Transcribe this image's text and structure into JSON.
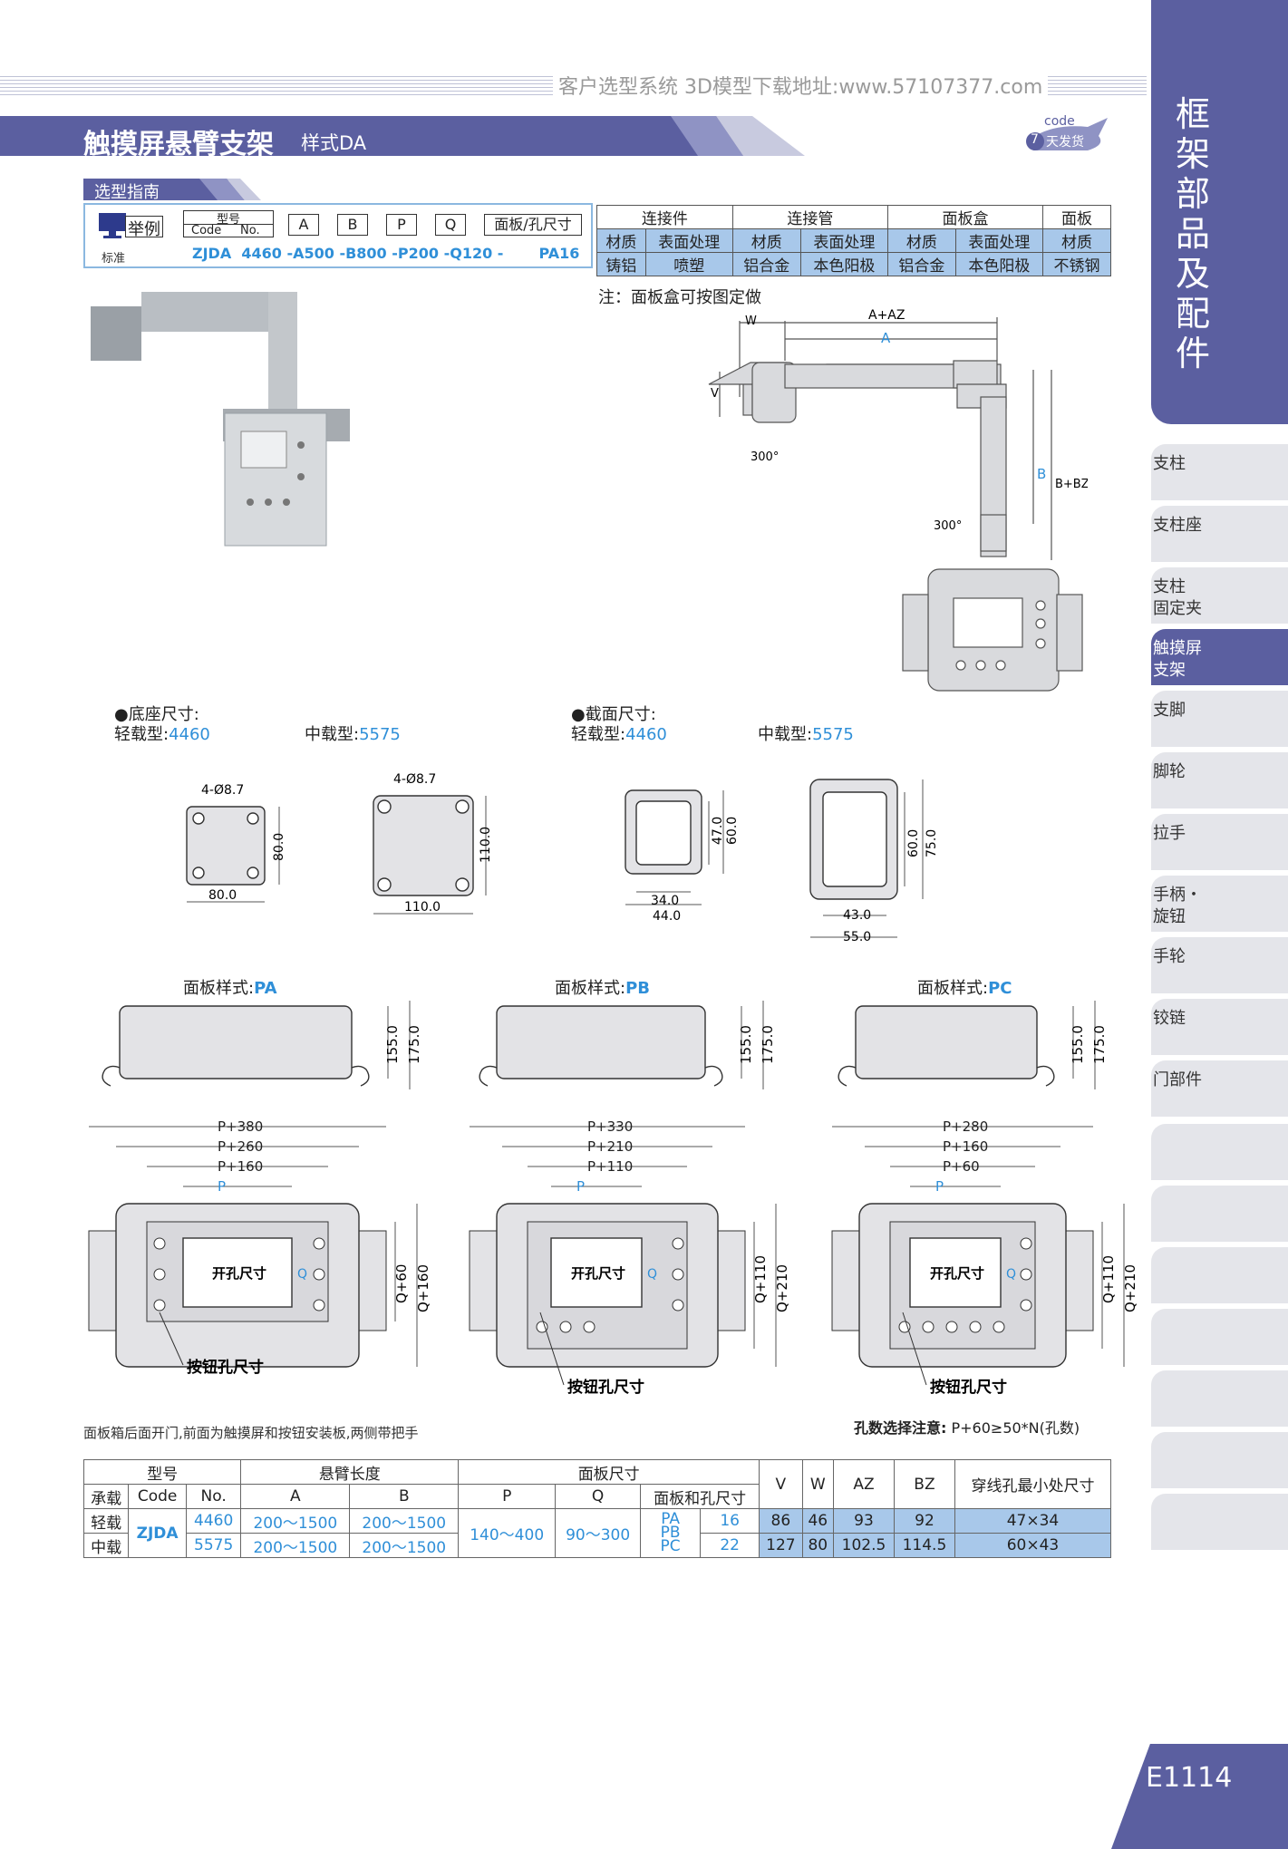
{
  "header": {
    "url_text": "客户选型系统  3D模型下载地址:www.57107377.com"
  },
  "title": {
    "main": "触摸屏悬臂支架",
    "sub": "样式DA",
    "code_label": "code",
    "delivery_days": "7",
    "delivery_text": "天发货"
  },
  "sidebar": {
    "heading": "框架部品及配件",
    "tabs": [
      {
        "label": "支柱"
      },
      {
        "label": "支柱座"
      },
      {
        "label": "支柱\n固定夹"
      },
      {
        "label": "触摸屏\n支架"
      },
      {
        "label": "支脚"
      },
      {
        "label": "脚轮"
      },
      {
        "label": "拉手"
      },
      {
        "label": "手柄・\n旋钮"
      },
      {
        "label": "手轮"
      },
      {
        "label": "铰链"
      },
      {
        "label": "门部件"
      }
    ],
    "page": "E1114"
  },
  "guide": {
    "title": "选型指南",
    "example": "举例",
    "std": "标准",
    "model_label": "型号",
    "code_label": "Code",
    "no_label": "No.",
    "codes": [
      "A",
      "B",
      "P",
      "Q",
      "面板/孔尺寸"
    ],
    "example_row": "ZJDA  4460 -A500 -B800 -P200 -Q120 -       PA16"
  },
  "materials": {
    "groups": [
      "连接件",
      "连接管",
      "面板盒",
      "面板"
    ],
    "row2": [
      "材质",
      "表面处理",
      "材质",
      "表面处理",
      "材质",
      "表面处理",
      "材质"
    ],
    "row3": [
      "铸铝",
      "喷塑",
      "铝合金",
      "本色阳极",
      "铝合金",
      "本色阳极",
      "不锈钢"
    ]
  },
  "note": "注：面板盒可按图定做",
  "drawing": {
    "w": "W",
    "aaz": "A+AZ",
    "a": "A",
    "v": "V",
    "b": "B",
    "bbz": "B+BZ",
    "rot1": "300°",
    "rot2": "300°"
  },
  "base": {
    "title": "●底座尺寸:",
    "light": "轻载型:",
    "light_no": "4460",
    "mid": "中载型:",
    "mid_no": "5575",
    "s1": {
      "hole": "4-Ø8.7",
      "w": "80.0",
      "h": "80.0"
    },
    "s2": {
      "hole": "4-Ø8.7",
      "w": "110.0",
      "h": "110.0"
    }
  },
  "section": {
    "title": "●截面尺寸:",
    "light": "轻载型:",
    "light_no": "4460",
    "mid": "中载型:",
    "mid_no": "5575",
    "s1": {
      "w1": "34.0",
      "w2": "44.0",
      "h1": "47.0",
      "h2": "60.0"
    },
    "s2": {
      "w1": "43.0",
      "w2": "55.0",
      "h1": "60.0",
      "h2": "75.0"
    }
  },
  "panels": [
    {
      "label": "面板样式:",
      "code": "PA",
      "h1": "155.0",
      "h2": "175.0",
      "d1": "P+380",
      "d2": "P+260",
      "d3": "P+160",
      "p": "P",
      "q": "Q",
      "q1": "Q+60",
      "q2": "Q+160",
      "cut": "开孔尺寸",
      "btn": "按钮孔尺寸"
    },
    {
      "label": "面板样式:",
      "code": "PB",
      "h1": "155.0",
      "h2": "175.0",
      "d1": "P+330",
      "d2": "P+210",
      "d3": "P+110",
      "p": "P",
      "q": "Q",
      "q1": "Q+110",
      "q2": "Q+210",
      "cut": "开孔尺寸",
      "btn": "按钮孔尺寸"
    },
    {
      "label": "面板样式:",
      "code": "PC",
      "h1": "155.0",
      "h2": "175.0",
      "d1": "P+280",
      "d2": "P+160",
      "d3": "P+60",
      "p": "P",
      "q": "Q",
      "q1": "Q+110",
      "q2": "Q+210",
      "cut": "开孔尺寸",
      "btn": "按钮孔尺寸"
    }
  ],
  "footnote": "面板箱后面开门,前面为触摸屏和按钮安装板,两侧带把手",
  "hole_note": {
    "label": "孔数选择注意:",
    "formula": "P+60≥50*N(孔数)"
  },
  "spec": {
    "h_model": "型号",
    "h_len": "悬臂长度",
    "h_panel": "面板尺寸",
    "h_v": "V",
    "h_w": "W",
    "h_az": "AZ",
    "h_bz": "BZ",
    "h_hole": "穿线孔最小处尺寸",
    "h_load": "承载",
    "h_code": "Code",
    "h_no": "No.",
    "h_a": "A",
    "h_b": "B",
    "h_p": "P",
    "h_q": "Q",
    "h_ph": "面板和孔尺寸",
    "code": "ZJDA",
    "p_range": "140～400",
    "q_range": "90～300",
    "panel_codes": [
      "PA",
      "PB",
      "PC"
    ],
    "rows": [
      {
        "load": "轻载",
        "no": "4460",
        "a": "200～1500",
        "b": "200～1500",
        "holes": "16",
        "v": "86",
        "w": "46",
        "az": "93",
        "bz": "92",
        "hole": "47×34"
      },
      {
        "load": "中载",
        "no": "5575",
        "a": "200～1500",
        "b": "200～1500",
        "holes": "22",
        "v": "127",
        "w": "80",
        "az": "102.5",
        "bz": "114.5",
        "hole": "60×43"
      }
    ]
  }
}
